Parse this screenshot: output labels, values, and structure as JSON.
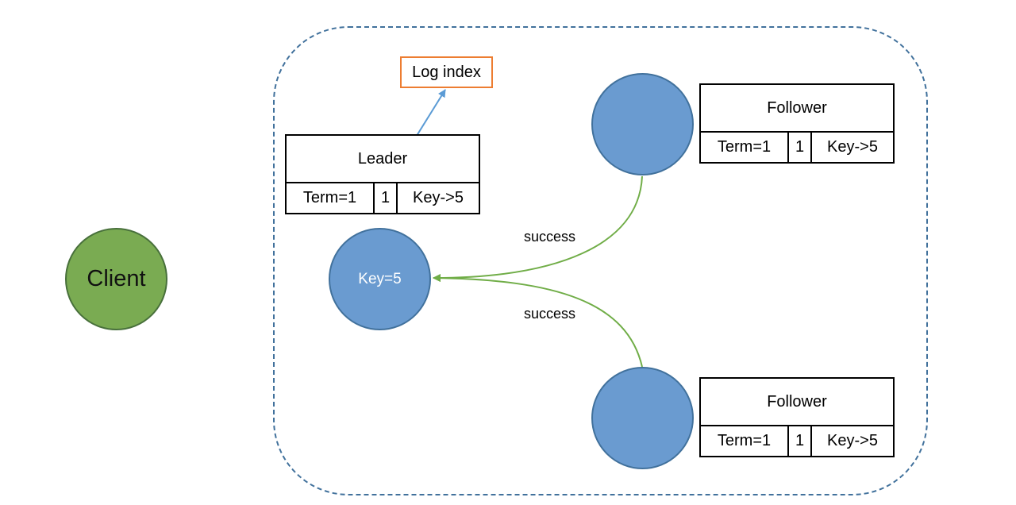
{
  "client": {
    "label": "Client"
  },
  "leader": {
    "node_label": "Key=5",
    "role": "Leader",
    "term": "Term=1",
    "index": "1",
    "entry": "Key->5"
  },
  "followers": [
    {
      "role": "Follower",
      "term": "Term=1",
      "index": "1",
      "entry": "Key->5"
    },
    {
      "role": "Follower",
      "term": "Term=1",
      "index": "1",
      "entry": "Key->5"
    }
  ],
  "annotation": {
    "label": "Log index"
  },
  "edges": [
    {
      "from": "follower-1",
      "to": "leader",
      "label": "success"
    },
    {
      "from": "follower-2",
      "to": "leader",
      "label": "success"
    }
  ],
  "colors": {
    "client_fill": "#7aab52",
    "node_fill": "#6a9bd0",
    "cluster_border": "#41719c",
    "edge": "#70ad47",
    "annotation_border": "#ed7d31",
    "annotation_arrow": "#5b9bd5"
  }
}
